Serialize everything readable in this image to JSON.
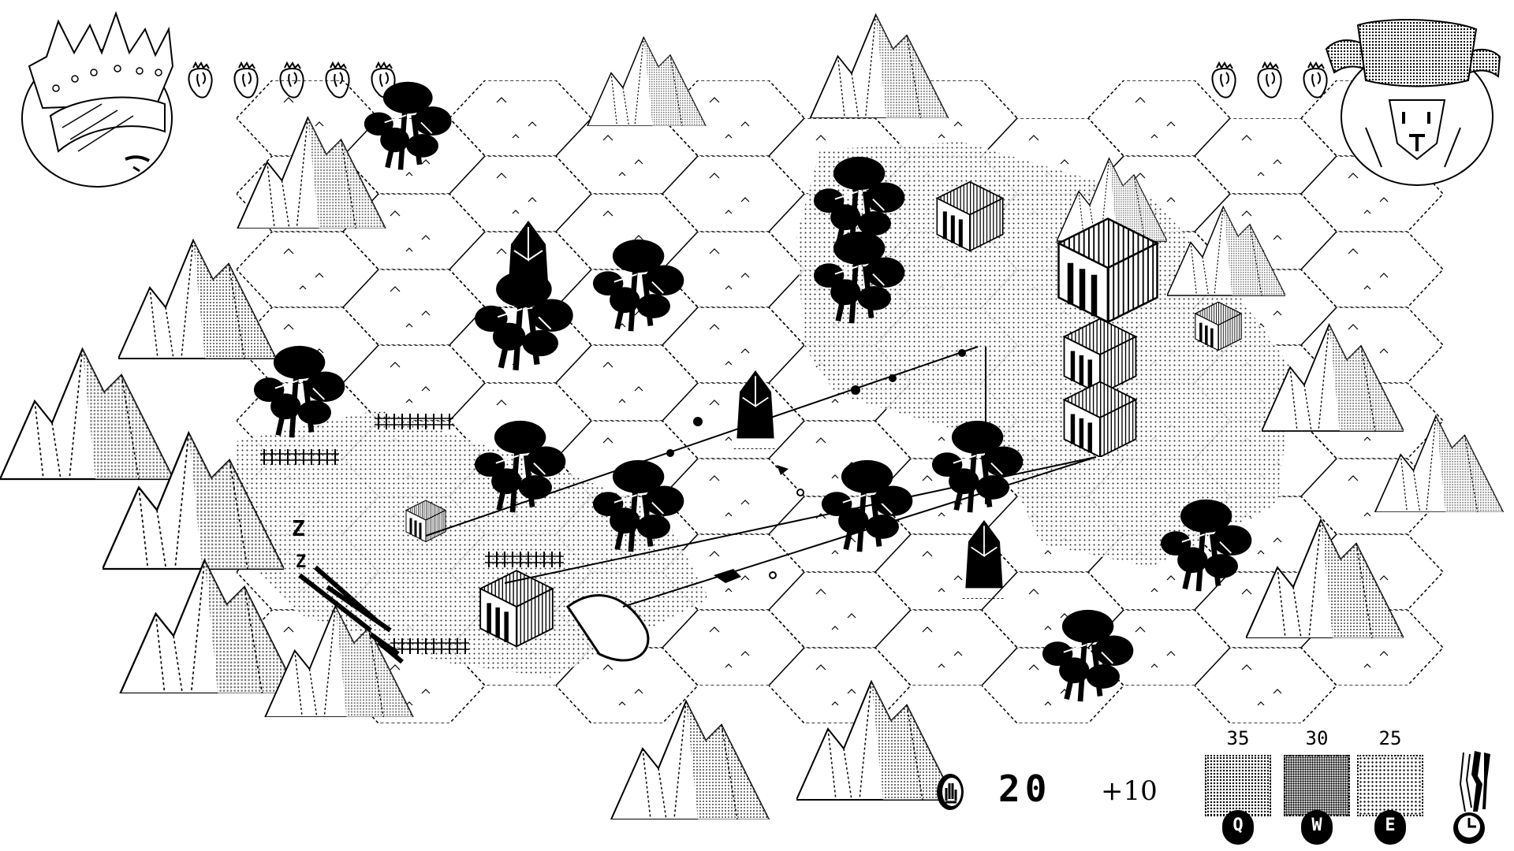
{
  "player": {
    "portrait": "crowned-blindfolded-queen",
    "hearts": 5,
    "heart_icon": "anatomical-heart-icon"
  },
  "enemy": {
    "portrait": "horned-goat-demon",
    "hearts": 3,
    "heart_icon": "anatomical-heart-icon"
  },
  "resources": {
    "coin_icon": "hand-coin-icon",
    "coins": "20",
    "income": "+10"
  },
  "abilities": [
    {
      "key": "Q",
      "cost": "35",
      "icon": "dithered-terrain-card-q"
    },
    {
      "key": "W",
      "cost": "30",
      "icon": "dithered-terrain-card-w"
    },
    {
      "key": "E",
      "cost": "25",
      "icon": "dithered-terrain-card-e"
    }
  ],
  "end_turn": {
    "icon": "clock-timer-icon",
    "key_icon": "clock-badge"
  },
  "map": {
    "terrain": "hex-grid",
    "features": [
      "mountains",
      "black-trees",
      "crystals",
      "ruined-temples",
      "fences",
      "graveyard-gate"
    ],
    "status_marker": "Z Z",
    "colors": {
      "ink": "#000000",
      "paper": "#ffffff"
    }
  }
}
